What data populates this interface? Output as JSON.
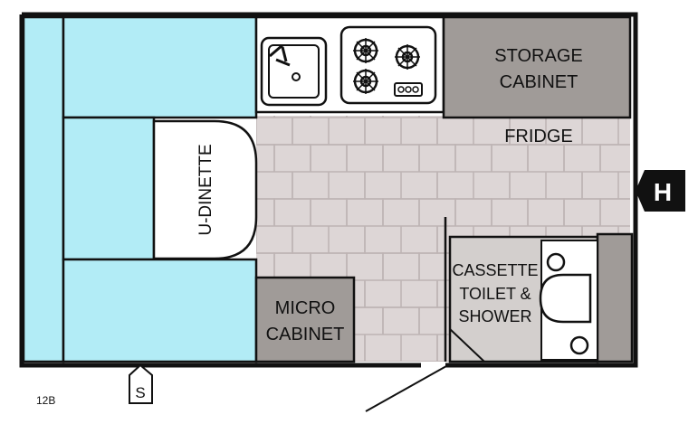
{
  "model_code": "12B",
  "labels": {
    "storage_cabinet_line1": "STORAGE",
    "storage_cabinet_line2": "CABINET",
    "fridge": "FRIDGE",
    "dinette": "U-DINETTE",
    "micro_cabinet_line1": "MICRO",
    "micro_cabinet_line2": "CABINET",
    "bath_line1": "CASSETTE",
    "bath_line2": "TOILET &",
    "bath_line3": "SHOWER"
  },
  "markers": {
    "hitch": "H",
    "side": "S"
  },
  "colors": {
    "seating": "#b2ecf6",
    "floor_tile": "#ddd6d6",
    "cabinet_gray": "#a09b98",
    "bath_floor": "#d3cfcd",
    "wall": "#111111"
  }
}
